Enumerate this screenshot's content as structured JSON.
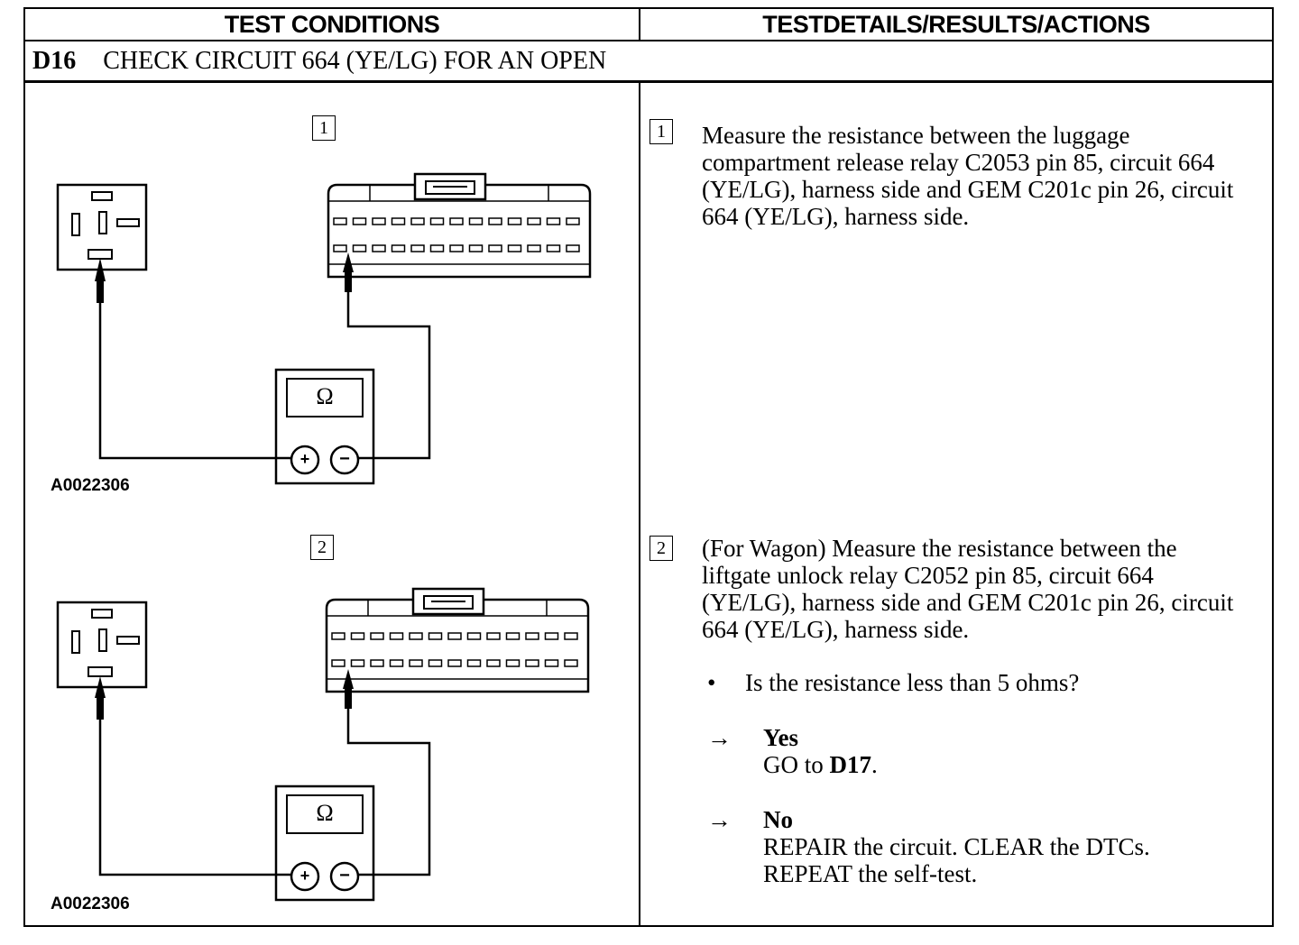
{
  "header": {
    "left": "TEST CONDITIONS",
    "right": "TESTDETAILS/RESULTS/ACTIONS"
  },
  "step": {
    "code": "D16",
    "title": "CHECK CIRCUIT 664 (YE/LG) FOR AN OPEN"
  },
  "diagrams": [
    {
      "number": "1",
      "ref": "A0022306",
      "meter_symbol": "Ω",
      "plus": "+",
      "minus": "−"
    },
    {
      "number": "2",
      "ref": "A0022306",
      "meter_symbol": "Ω",
      "plus": "+",
      "minus": "−"
    }
  ],
  "details": [
    {
      "number": "1",
      "text": "Measure the resistance between the luggage compartment release relay C2053 pin 85, circuit 664 (YE/LG), harness side and GEM C201c pin 26, circuit 664 (YE/LG), harness side."
    },
    {
      "number": "2",
      "text": "(For Wagon) Measure the resistance between the liftgate unlock relay C2052 pin 85, circuit 664 (YE/LG), harness side and GEM C201c pin 26, circuit 664 (YE/LG), harness side."
    }
  ],
  "question": {
    "bullet": "•",
    "text": "Is the resistance less than 5 ohms?"
  },
  "results": [
    {
      "arrow": "→",
      "answer": "Yes",
      "action_prefix": "GO to ",
      "action_bold": "D17",
      "action_suffix": ".",
      "action_line2": ""
    },
    {
      "arrow": "→",
      "answer": "No",
      "action_prefix": "REPAIR the circuit. CLEAR the DTCs.",
      "action_bold": "",
      "action_suffix": "",
      "action_line2": "REPEAT the self-test."
    }
  ]
}
